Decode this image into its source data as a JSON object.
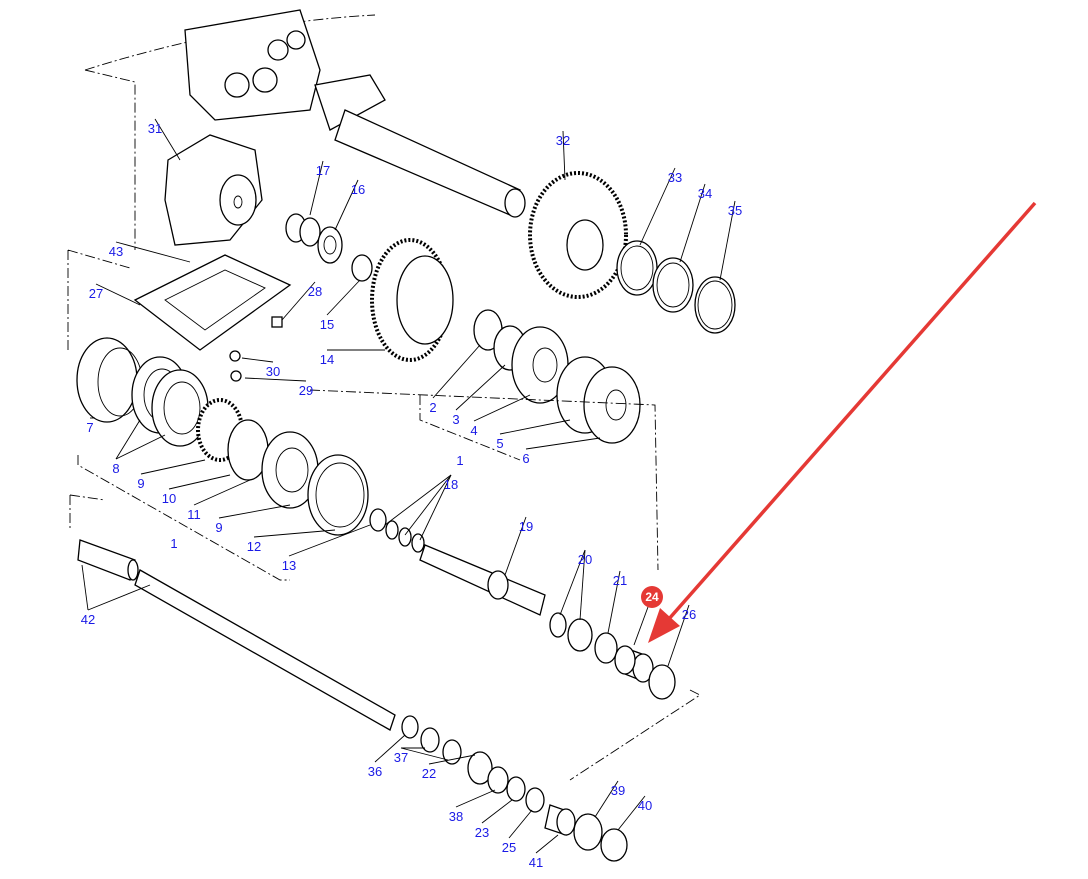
{
  "diagram": {
    "type": "exploded-parts-diagram",
    "highlight_color": "#e53935",
    "label_color": "#1a1ae6",
    "highlighted_part": "24",
    "labels": [
      "31",
      "17",
      "16",
      "32",
      "33",
      "34",
      "35",
      "43",
      "27",
      "28",
      "15",
      "14",
      "30",
      "29",
      "2",
      "3",
      "4",
      "5",
      "6",
      "1",
      "7",
      "8",
      "9",
      "10",
      "11",
      "9",
      "12",
      "13",
      "1",
      "18",
      "19",
      "20",
      "21",
      "26",
      "42",
      "36",
      "37",
      "22",
      "38",
      "23",
      "25",
      "41",
      "39",
      "40"
    ]
  }
}
